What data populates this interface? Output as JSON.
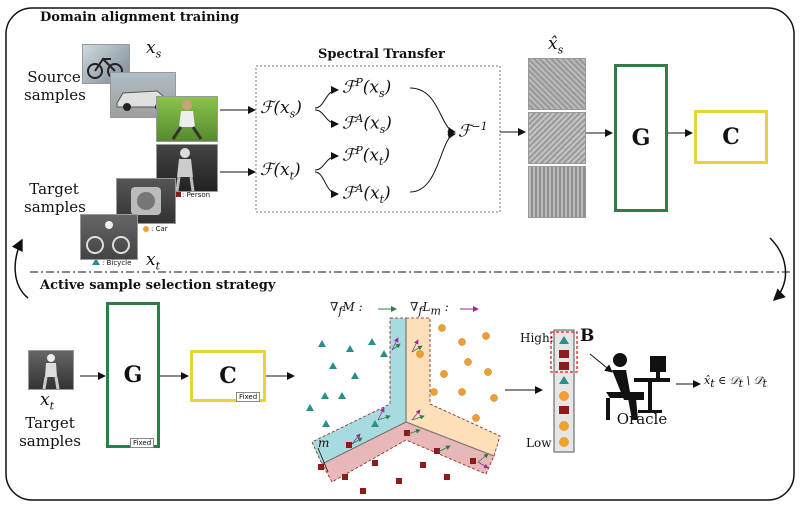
{
  "top": {
    "title": "Domain alignment training",
    "source_label_line1": "Source",
    "source_label_line2": "samples",
    "target_label_line1": "Target",
    "target_label_line2": "samples",
    "xs_label": "x",
    "xs_sub": "s",
    "xt_label": "x",
    "xt_sub": "t",
    "spectral_title": "Spectral Transfer",
    "fxs": "ℱ(x",
    "fxs_sub": "s",
    "fxt": "ℱ(x",
    "fxt_sub": "t",
    "fp_xs": "ℱ",
    "fa_xs": "ℱ",
    "fp_xt": "ℱ",
    "fa_xt": "ℱ",
    "sup_p": "P",
    "sup_a": "A",
    "inverse": "ℱ",
    "inverse_sup": "−1",
    "xhat_s": "x̂",
    "xhat_sub": "s",
    "g_label": "G",
    "c_label": "C",
    "legend_person": ": Person",
    "legend_car": ": Car",
    "legend_bicycle": ": Bicycle"
  },
  "bottom": {
    "title": "Active sample selection strategy",
    "xt_label": "x",
    "xt_sub": "t",
    "target_label_line1": "Target",
    "target_label_line2": "samples",
    "g_label": "G",
    "c_label": "C",
    "fixed_g": "Fixed",
    "fixed_c": "Fixed",
    "grad_m": "∇",
    "grad_m_text": "M :",
    "grad_lm": "∇",
    "grad_lm_text": "L",
    "grad_lm_sub": "m",
    "grad_f_sub": "f",
    "margin_label": "m",
    "high_label": "High:",
    "low_label": "Low",
    "b_label": "B",
    "oracle_label": "Oracle",
    "output_formula": "x̂",
    "output_rest": " ∈ 𝒟",
    "output_sub": "t",
    "output_tail": " \\ 𝒟̂"
  },
  "colors": {
    "green": "#2e7d46",
    "yellow": "#e8d43a",
    "teal": "#2a8f8a",
    "orange": "#f0a030",
    "maroon": "#8a1c1c",
    "teal_region": "#a8dbe0",
    "orange_region": "#fde0b8",
    "pink_region": "#e8b8b8"
  }
}
